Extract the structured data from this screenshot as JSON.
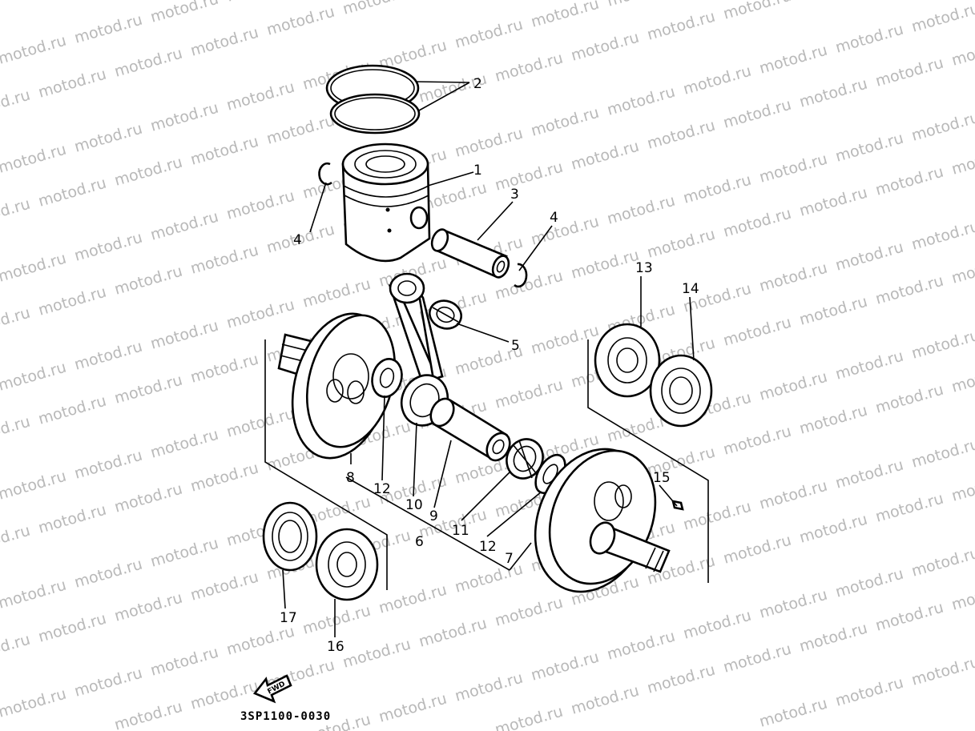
{
  "watermark": "motod.ru",
  "diagram_code": "3SP1100-0030",
  "fwd_label": "FWD",
  "callouts": {
    "piston": "1",
    "piston_rings": "2",
    "piston_pin": "3",
    "clip_left": "4",
    "clip_right": "4",
    "small_end_bearing": "5",
    "crankshaft_assy": "6",
    "crank_right": "7",
    "crank_left": "8",
    "crank_pin": "9",
    "connecting_rod": "10",
    "big_end_bearing": "11",
    "washer_left": "12",
    "washer_right": "12",
    "bearing_13": "13",
    "oil_seal_14": "14",
    "key_15": "15",
    "bearing_16": "16",
    "oil_seal_17": "17"
  }
}
